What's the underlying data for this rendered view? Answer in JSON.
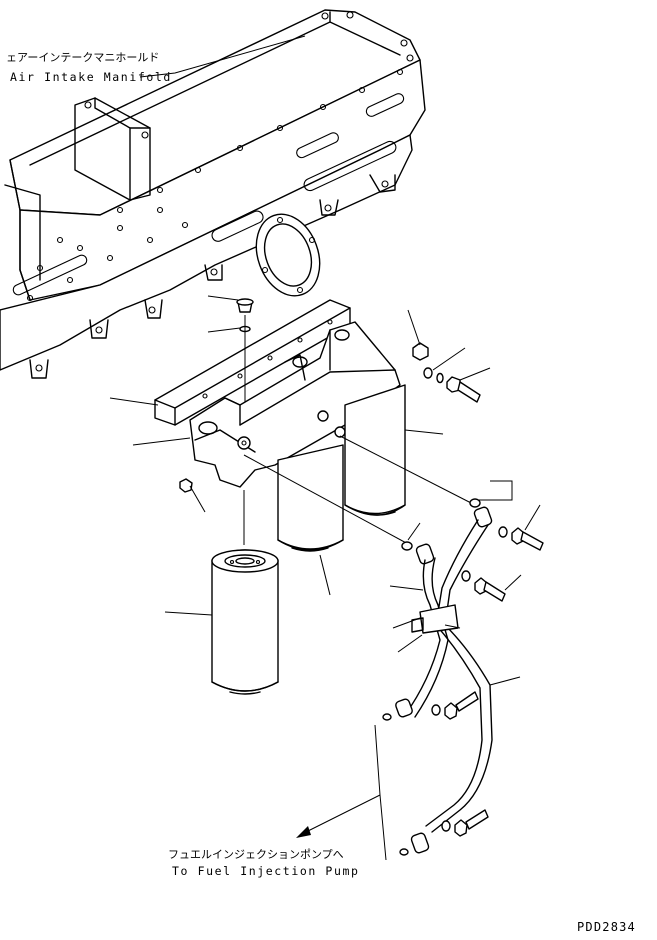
{
  "labels": {
    "manifold_jp": "ェアーインテークマニホールド",
    "manifold_en": "Air Intake Manifold",
    "pump_jp": "フュエルインジェクションポンプへ",
    "pump_en": "To Fuel Injection Pump",
    "drawing_code": "PDD2834"
  }
}
